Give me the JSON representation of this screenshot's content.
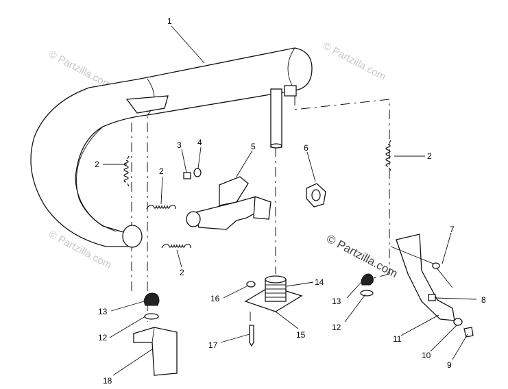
{
  "watermark": {
    "text_short": "© Partzilla",
    "text_long": "© Partzilla.com"
  },
  "callouts": {
    "c1": "1",
    "c2a": "2",
    "c2b": "2",
    "c2c": "2",
    "c2d": "2",
    "c3": "3",
    "c4": "4",
    "c5": "5",
    "c6": "6",
    "c7": "7",
    "c8": "8",
    "c9": "9",
    "c10": "10",
    "c11": "11",
    "c12a": "12",
    "c12b": "12",
    "c13a": "13",
    "c13b": "13",
    "c14": "14",
    "c15": "15",
    "c16": "16",
    "c17": "17",
    "c18": "18"
  }
}
